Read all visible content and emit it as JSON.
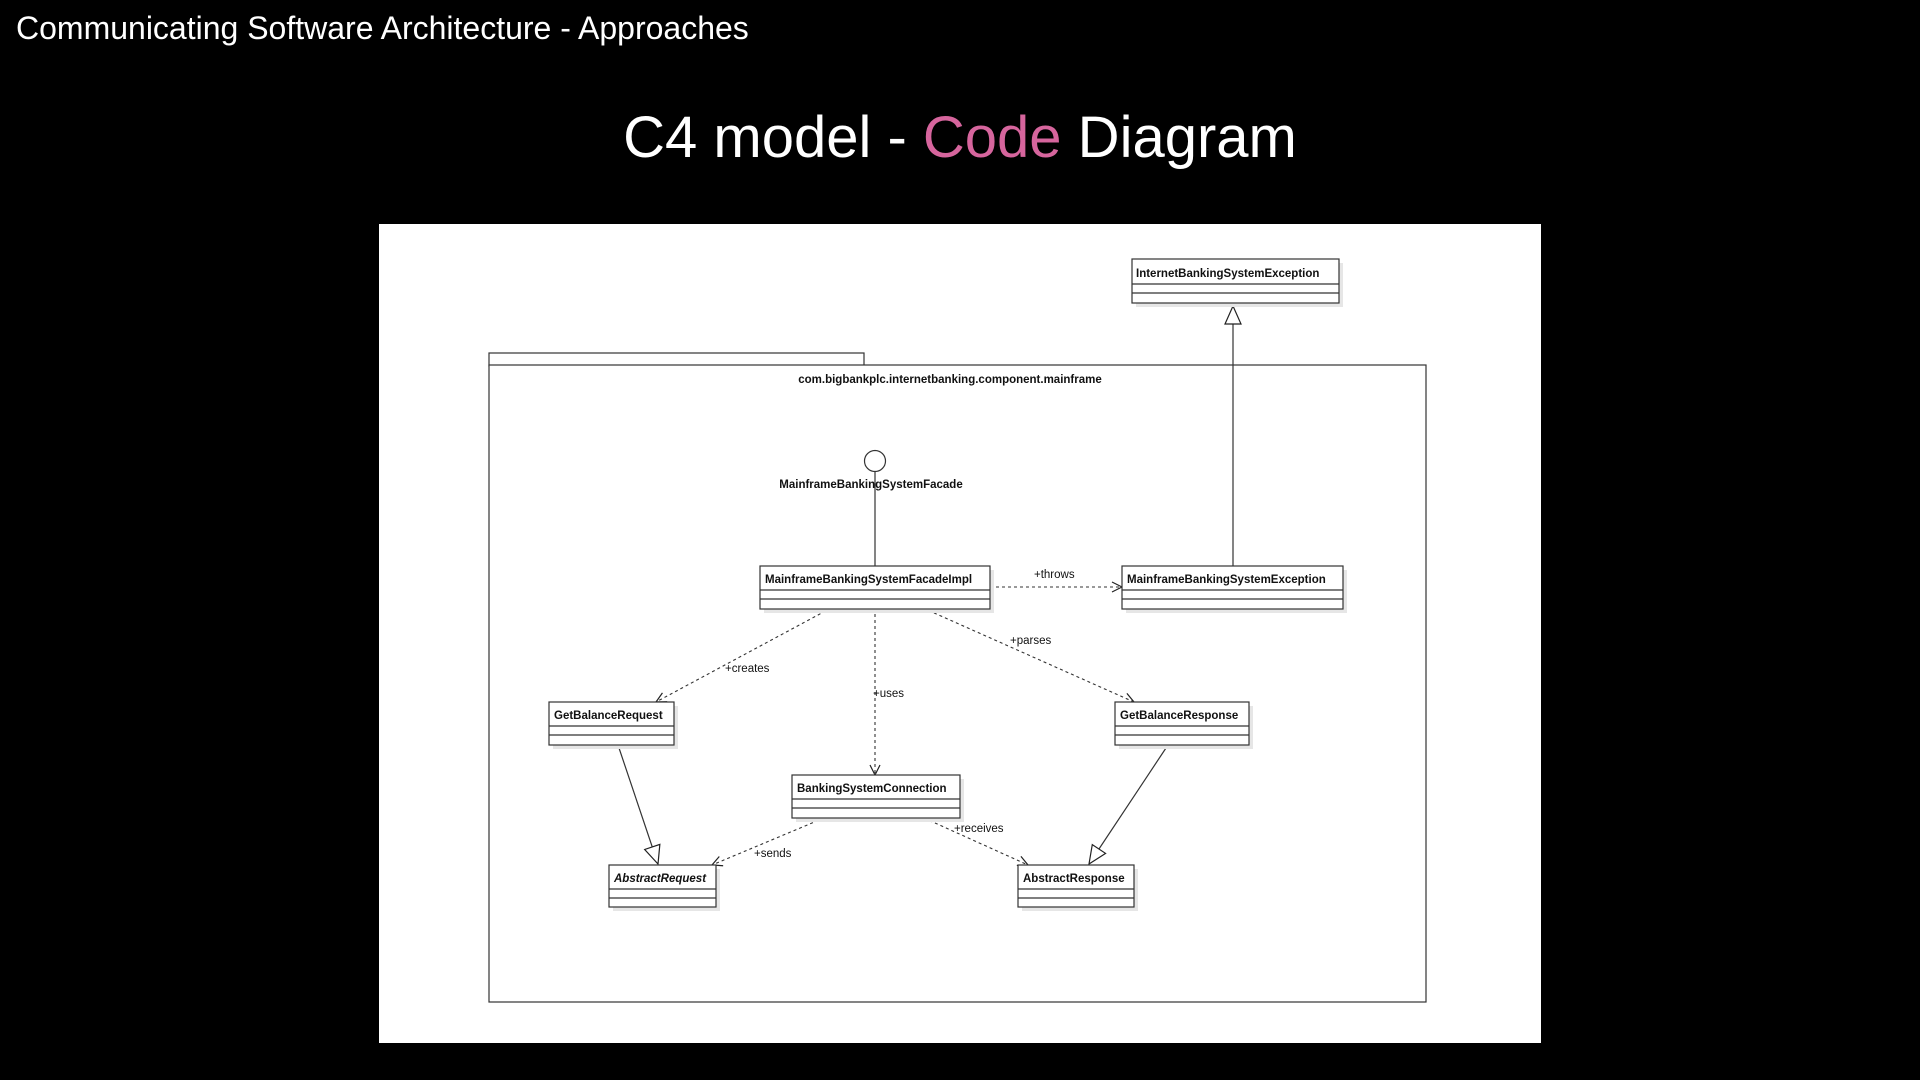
{
  "header": {
    "text": "Communicating Software Architecture - Approaches"
  },
  "title": {
    "prefix": "C4 model - ",
    "accent": "Code",
    "suffix": " Diagram",
    "accent_color": "#d6659d"
  },
  "diagram": {
    "package_name": "com.bigbankplc.internetbanking.component.mainframe",
    "interface_name": "MainframeBankingSystemFacade",
    "classes": {
      "exception_base": "InternetBankingSystemException",
      "facade_impl": "MainframeBankingSystemFacadeImpl",
      "exception": "MainframeBankingSystemException",
      "get_balance_request": "GetBalanceRequest",
      "get_balance_response": "GetBalanceResponse",
      "connection": "BankingSystemConnection",
      "abstract_request": "AbstractRequest",
      "abstract_response": "AbstractResponse"
    },
    "relations": {
      "throws": "+throws",
      "creates": "+creates",
      "uses": "+uses",
      "parses": "+parses",
      "sends": "+sends",
      "receives": "+receives"
    }
  }
}
